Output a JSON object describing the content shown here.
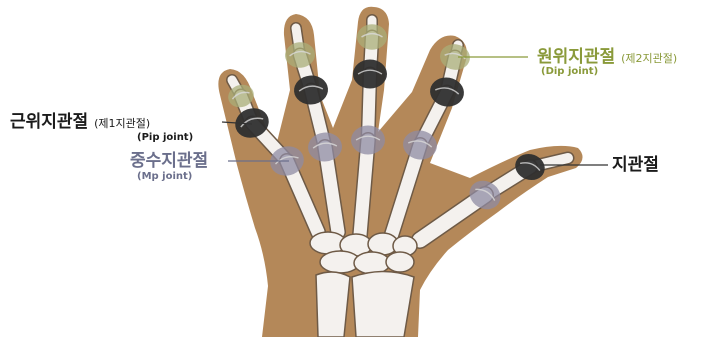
{
  "labels": {
    "pip": {
      "main": "근위지관절",
      "sub": "(제1지관절)",
      "en": "(Pip joint)"
    },
    "mp": {
      "main": "중수지관절",
      "en": "(Mp joint)"
    },
    "dip": {
      "main": "원위지관절",
      "sub": "(제2지관절)",
      "en": "(Dip joint)"
    },
    "thumb": {
      "main": "지관절"
    }
  },
  "colors": {
    "skin": "#b48859",
    "bone": "#f4f1ee",
    "bone_outline": "#6e5a46",
    "pip_joint": "#2f2f2f",
    "mp_joint": "#8f8ba3",
    "dip_joint": "#a9ae78",
    "mp_text": "#6b6f8c",
    "dip_text": "#8a9a3a",
    "dark_text": "#1b1b1b"
  }
}
